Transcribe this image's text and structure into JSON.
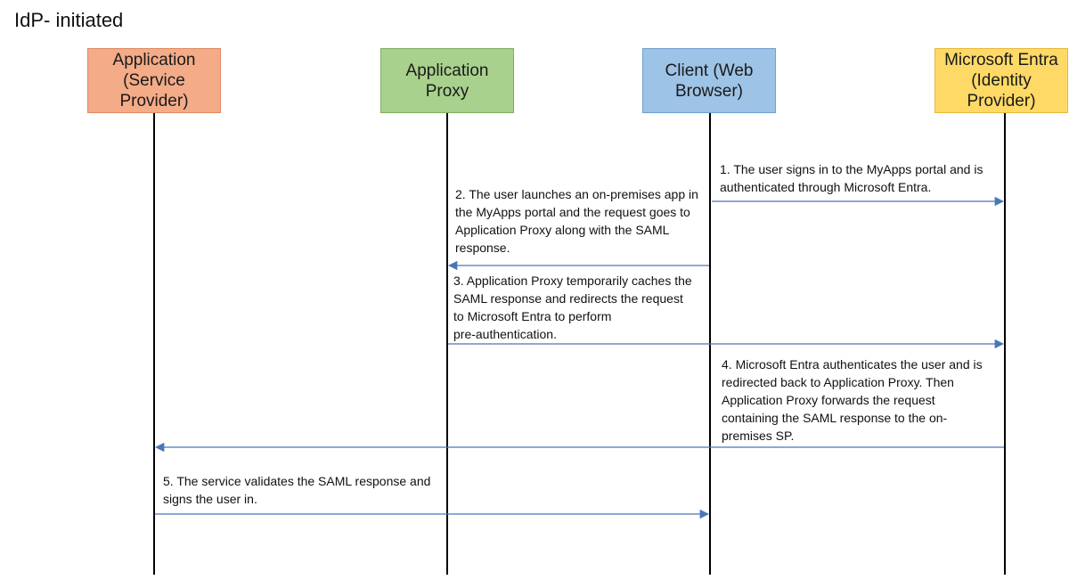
{
  "title": "IdP- initiated",
  "actors": [
    {
      "id": "app",
      "lines": [
        "Application",
        "(Service",
        "Provider)"
      ],
      "color": "#f4ab88"
    },
    {
      "id": "proxy",
      "lines": [
        "Application",
        "Proxy"
      ],
      "color": "#a9d18e"
    },
    {
      "id": "client",
      "lines": [
        "Client (Web",
        "Browser)"
      ],
      "color": "#9dc3e6"
    },
    {
      "id": "entra",
      "lines": [
        "Microsoft Entra",
        "(Identity",
        "Provider)"
      ],
      "color": "#ffd966"
    }
  ],
  "steps": [
    {
      "lines": [
        "1. The user signs in to the MyApps portal and is",
        "authenticated through Microsoft Entra."
      ],
      "from": "client",
      "to": "entra"
    },
    {
      "lines": [
        "2. The user launches an on-premises app in",
        "the MyApps portal and the request goes to",
        "Application Proxy along with the SAML",
        "response."
      ],
      "from": "client",
      "to": "proxy"
    },
    {
      "lines": [
        "3. Application Proxy temporarily caches the",
        "SAML response and redirects the request",
        "to Microsoft Entra to perform",
        "pre-authentication."
      ],
      "from": "proxy",
      "to": "entra"
    },
    {
      "lines": [
        "4. Microsoft Entra authenticates the user and is",
        "redirected back to Application Proxy. Then",
        "Application Proxy forwards the request",
        "containing the SAML response to the on-",
        "premises SP."
      ],
      "from": "entra",
      "to": "app"
    },
    {
      "lines": [
        "5. The service validates the SAML response and",
        "signs the user in."
      ],
      "from": "app",
      "to": "client"
    }
  ],
  "colors": {
    "lifeline": "#000000",
    "arrow": "#4a76b8"
  }
}
